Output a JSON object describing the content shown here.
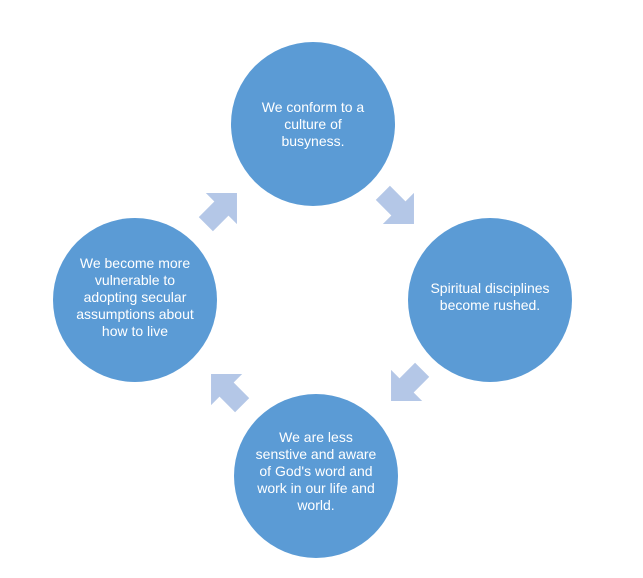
{
  "colors": {
    "circle_fill": "#5b9bd5",
    "arrow_fill": "#b4c7e7",
    "text": "#ffffff",
    "background": "#ffffff"
  },
  "nodes": {
    "top": "We conform to a\nculture of\nbusyness.",
    "right": "Spiritual disciplines\nbecome rushed.",
    "bottom": "We are less\nsenstive and aware\nof God's word and\nwork in our life and\nworld.",
    "left": "We become  more\nvulnerable to\nadopting secular\nassumptions about\nhow to live"
  }
}
